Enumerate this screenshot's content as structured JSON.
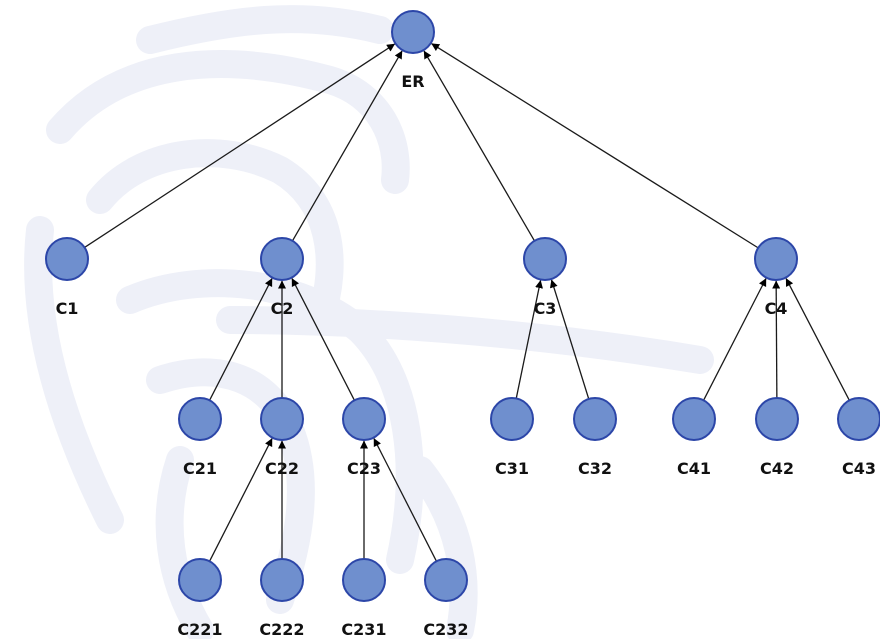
{
  "colors": {
    "node_fill": "#6f8fce",
    "node_stroke": "#2c46a8",
    "edge": "#1a1a1a",
    "label": "#111111",
    "watermark": "#eef0f8"
  },
  "nodes": [
    {
      "id": "ER",
      "label": "ER"
    },
    {
      "id": "C1",
      "label": "C1"
    },
    {
      "id": "C2",
      "label": "C2"
    },
    {
      "id": "C3",
      "label": "C3"
    },
    {
      "id": "C4",
      "label": "C4"
    },
    {
      "id": "C21",
      "label": "C21"
    },
    {
      "id": "C22",
      "label": "C22"
    },
    {
      "id": "C23",
      "label": "C23"
    },
    {
      "id": "C31",
      "label": "C31"
    },
    {
      "id": "C32",
      "label": "C32"
    },
    {
      "id": "C41",
      "label": "C41"
    },
    {
      "id": "C42",
      "label": "C42"
    },
    {
      "id": "C43",
      "label": "C43"
    },
    {
      "id": "C221",
      "label": "C221"
    },
    {
      "id": "C222",
      "label": "C222"
    },
    {
      "id": "C231",
      "label": "C231"
    },
    {
      "id": "C232",
      "label": "C232"
    }
  ],
  "edges": [
    {
      "from": "C1",
      "to": "ER"
    },
    {
      "from": "C2",
      "to": "ER"
    },
    {
      "from": "C3",
      "to": "ER"
    },
    {
      "from": "C4",
      "to": "ER"
    },
    {
      "from": "C21",
      "to": "C2"
    },
    {
      "from": "C22",
      "to": "C2"
    },
    {
      "from": "C23",
      "to": "C2"
    },
    {
      "from": "C31",
      "to": "C3"
    },
    {
      "from": "C32",
      "to": "C3"
    },
    {
      "from": "C41",
      "to": "C4"
    },
    {
      "from": "C42",
      "to": "C4"
    },
    {
      "from": "C43",
      "to": "C4"
    },
    {
      "from": "C221",
      "to": "C22"
    },
    {
      "from": "C222",
      "to": "C22"
    },
    {
      "from": "C231",
      "to": "C23"
    },
    {
      "from": "C232",
      "to": "C23"
    }
  ]
}
